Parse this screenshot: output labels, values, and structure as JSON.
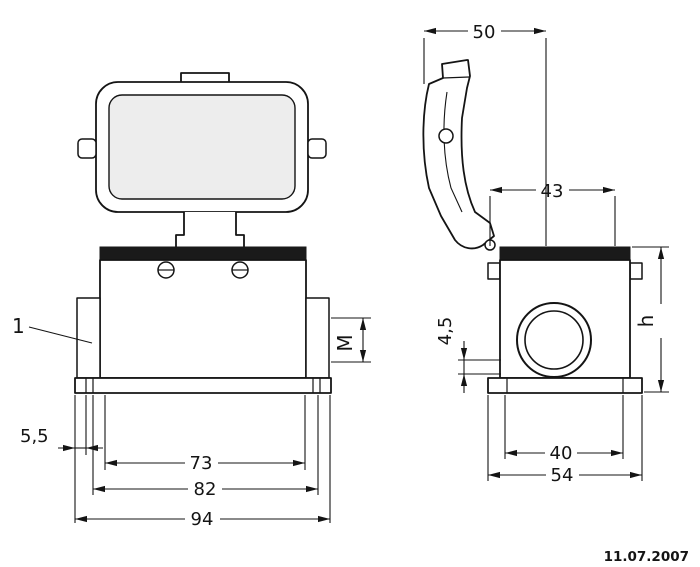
{
  "drawing": {
    "date": "11.07.2007",
    "part_label": "1",
    "colors": {
      "ink": "#141414",
      "gasket_fill": "#1a1a1a",
      "cover_window_fill": "#ededed"
    },
    "front_view": {
      "dim_5_5": "5,5",
      "dim_73": "73",
      "dim_82": "82",
      "dim_94": "94",
      "dim_m": "M"
    },
    "side_view": {
      "dim_50": "50",
      "dim_43": "43",
      "dim_4_5": "4,5",
      "dim_h": "h",
      "dim_40": "40",
      "dim_54": "54"
    }
  }
}
